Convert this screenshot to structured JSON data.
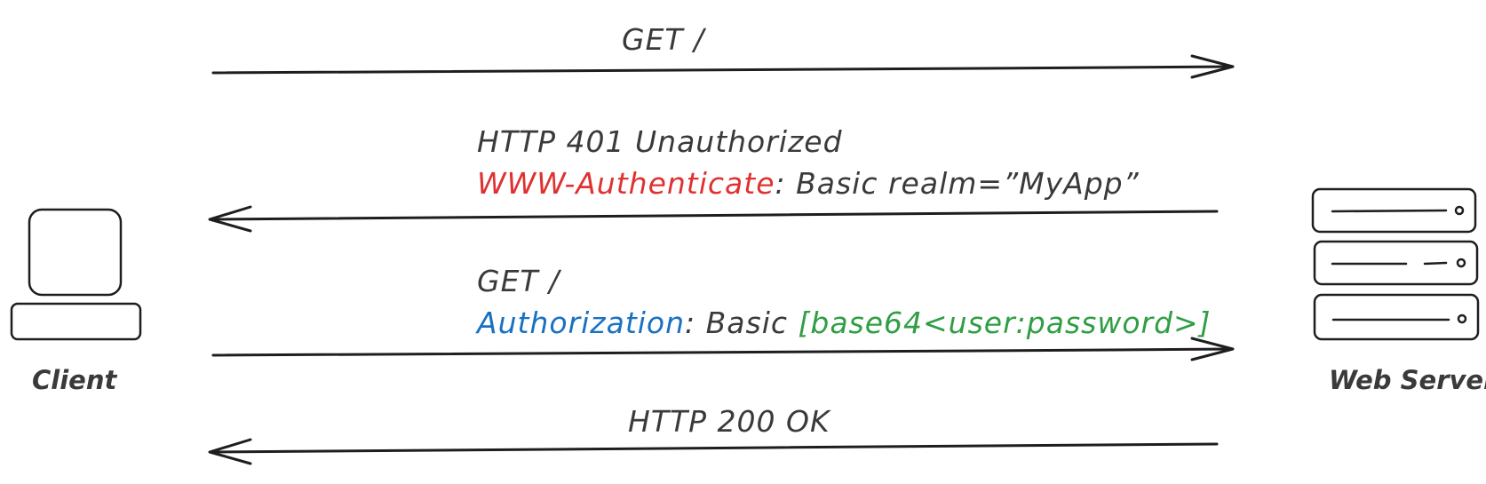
{
  "nodes": {
    "client": {
      "label": "Client",
      "icon": "computer-icon"
    },
    "server": {
      "label": "Web Server",
      "icon": "server-rack-icon"
    }
  },
  "messages": {
    "request1": {
      "method": "GET /"
    },
    "response1": {
      "status": "HTTP 401 Unauthorized",
      "header_name": "WWW-Authenticate",
      "header_sep": ": ",
      "header_value": "Basic realm=”MyApp”"
    },
    "request2": {
      "method": "GET /",
      "header_name": "Authorization",
      "header_sep": ": ",
      "header_value": "Basic ",
      "credential": "[base64<user:password>]"
    },
    "response2": {
      "status": "HTTP 200 OK"
    }
  },
  "colors": {
    "stroke": "#1e1e1e",
    "text": "#3a3a3a",
    "www_authenticate": "#e03131",
    "authorization": "#1971c2",
    "credential": "#2f9e44"
  }
}
